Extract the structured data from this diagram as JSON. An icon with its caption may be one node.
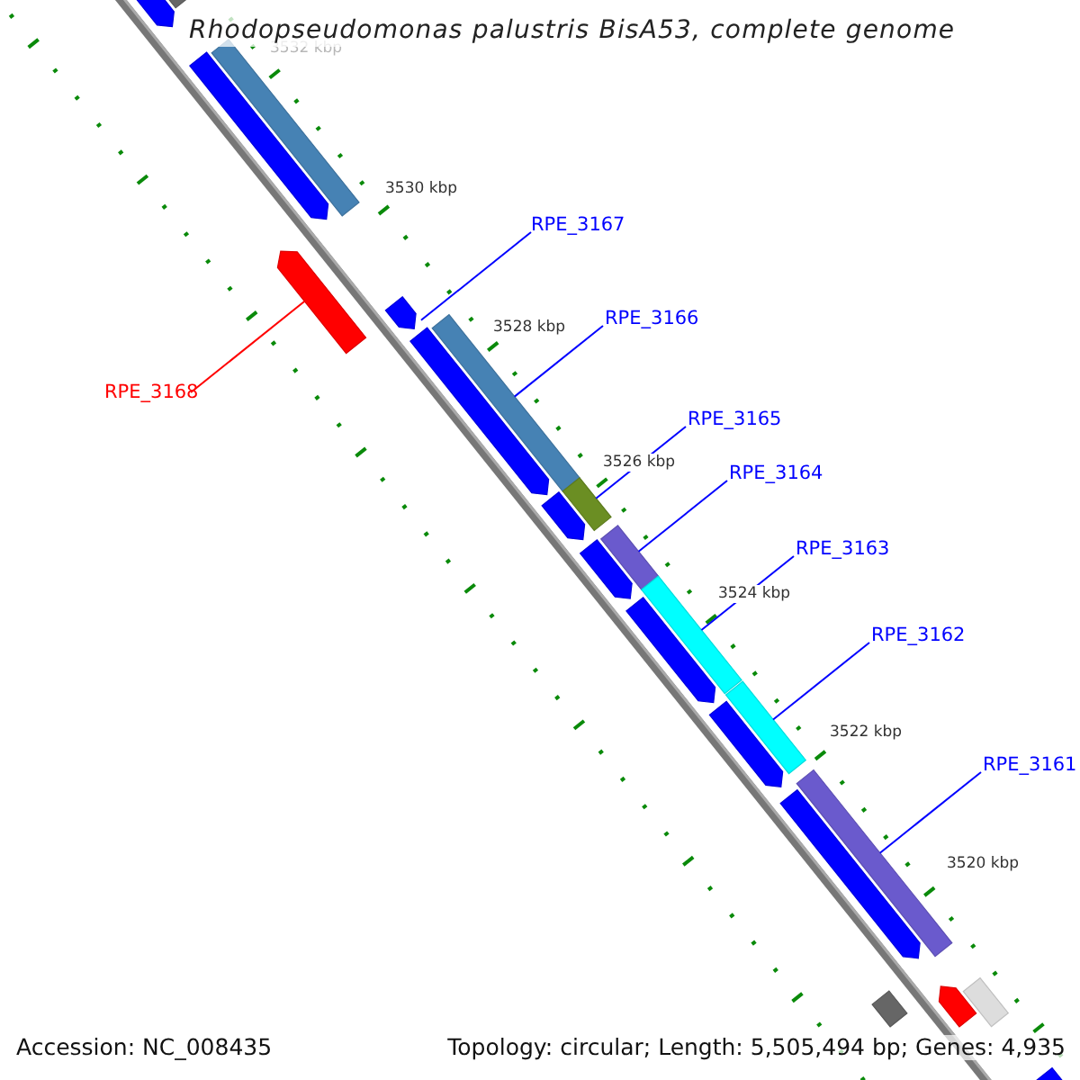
{
  "diagram": {
    "title": "Rhodopseudomonas palustris BisA53, complete genome",
    "nodes": [
      {
        "text": [
          "RPE_3167"
        ]
      },
      {
        "text": [
          "RPE_3166"
        ]
      },
      {
        "text": [
          "RPE_3168"
        ]
      },
      {
        "text": [
          "RPE_3165"
        ]
      },
      {
        "text": [
          "RPE_3164"
        ]
      },
      {
        "text": [
          "RPE_3163"
        ]
      },
      {
        "text": [
          "RPE_3162"
        ]
      },
      {
        "text": [
          "RPE_3161"
        ]
      },
      {
        "text": [],
        "shape": "arrow"
      },
      {
        "text": [],
        "shape": "bar"
      },
      {
        "text": [],
        "shape": "arrow"
      },
      {
        "text": [],
        "shape": "bar"
      },
      {
        "text": [],
        "shape": "arrow"
      },
      {
        "text": [],
        "shape": "arrow"
      },
      {
        "text": [],
        "shape": "arrow"
      },
      {
        "text": [],
        "shape": "bar"
      },
      {
        "text": [],
        "shape": "arrow"
      },
      {
        "text": [],
        "shape": "bar"
      },
      {
        "text": [],
        "shape": "arrow"
      },
      {
        "text": [],
        "shape": "bar"
      },
      {
        "text": [],
        "shape": "arrow"
      },
      {
        "text": [],
        "shape": "bar"
      },
      {
        "text": [],
        "shape": "arrow"
      },
      {
        "text": [],
        "shape": "bar"
      },
      {
        "text": [],
        "shape": "arrow"
      },
      {
        "text": [],
        "shape": "bar"
      },
      {
        "text": [],
        "shape": "bar"
      },
      {
        "text": [],
        "shape": "arrow"
      },
      {
        "text": [],
        "shape": "bar"
      },
      {
        "text": [],
        "shape": "bar"
      }
    ],
    "edges": [
      {
        "from": 0,
        "to": 13,
        "arrow": "none"
      },
      {
        "from": 1,
        "to": 15,
        "arrow": "none"
      },
      {
        "from": 2,
        "to": 12,
        "arrow": "none",
        "color": "#ff0000"
      },
      {
        "from": 3,
        "to": 17,
        "arrow": "none"
      },
      {
        "from": 4,
        "to": 19,
        "arrow": "none"
      },
      {
        "from": 5,
        "to": 21,
        "arrow": "none"
      },
      {
        "from": 6,
        "to": 23,
        "arrow": "none"
      },
      {
        "from": 7,
        "to": 25,
        "arrow": "none"
      }
    ],
    "labels": [
      "3532 kbp",
      "3530 kbp",
      "3528 kbp",
      "3526 kbp",
      "3524 kbp",
      "3522 kbp",
      "3520 kbp",
      "Accession: NC_008435",
      "Topology: circular; Length: 5,505,494 bp; Genes: 4,935"
    ]
  }
}
